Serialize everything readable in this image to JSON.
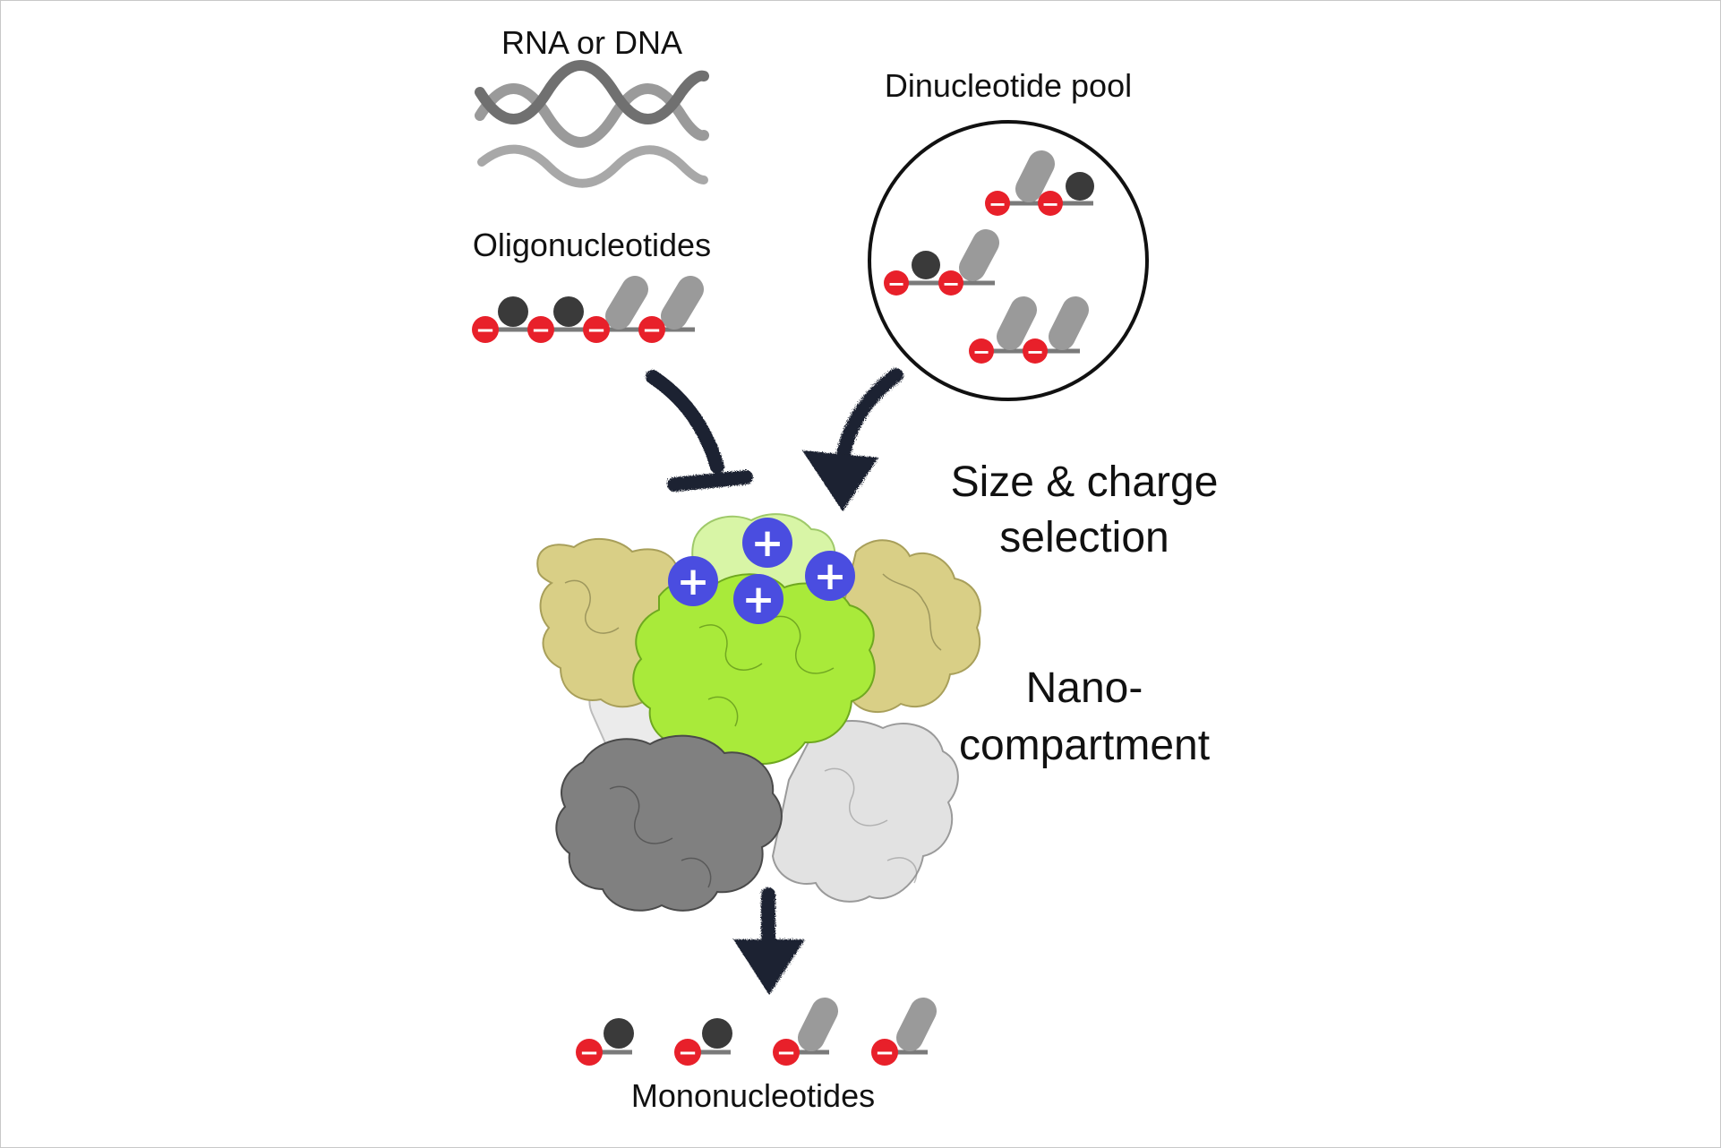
{
  "labels": {
    "nucleic_acid": "RNA or DNA",
    "oligonucleotides": "Oligonucleotides",
    "dinucleotide_pool": "Dinucleotide pool",
    "selection_line1": "Size & charge",
    "selection_line2": "selection",
    "compartment_line1": "Nano-",
    "compartment_line2": "compartment",
    "mononucleotides": "Mononucleotides"
  },
  "charges": {
    "negative": "−",
    "positive": "+"
  },
  "colors": {
    "negative_charge": "#e8202a",
    "positive_charge": "#4a4de0",
    "purine_dark": "#3a3a3a",
    "pyrimidine_light": "#9a9a9a",
    "backbone": "#7a7a7a",
    "arrow": "#1c2230",
    "subunit_yellow": "#d9cf86",
    "subunit_green": "#a9ea3a",
    "subunit_green_light": "#d8f5a6",
    "subunit_dark_gray": "#808080",
    "subunit_light_gray": "#e2e2e2"
  }
}
